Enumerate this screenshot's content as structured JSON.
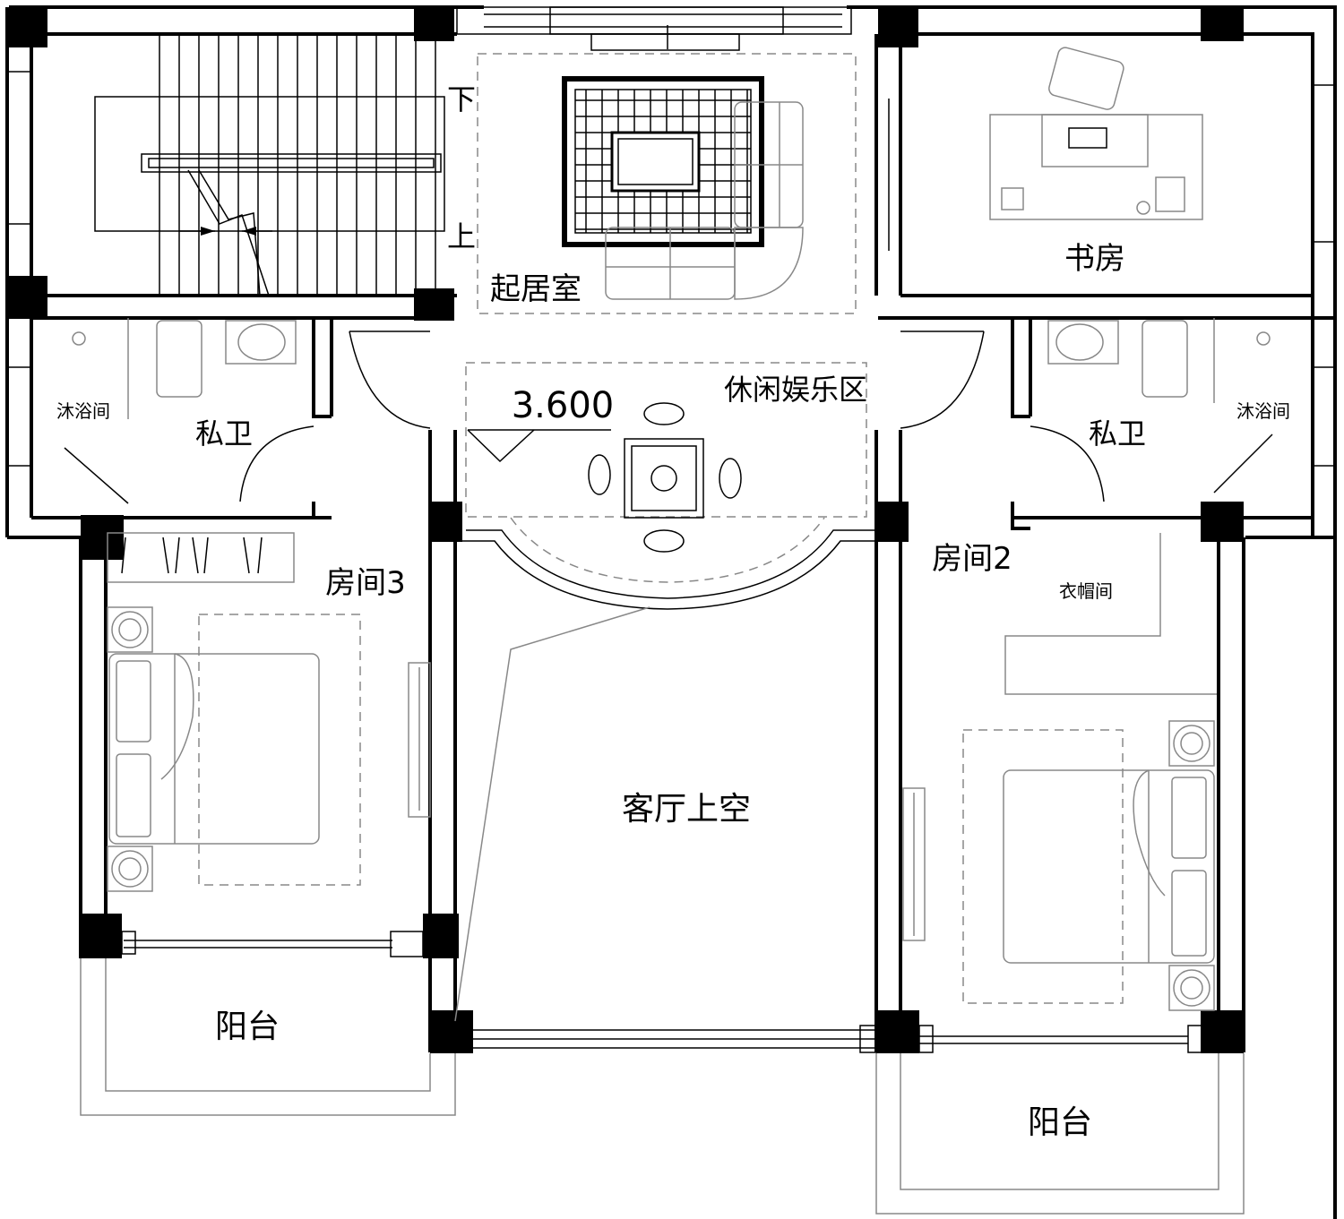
{
  "labels": {
    "down": "下",
    "up": "上",
    "living_room": "起居室",
    "study": "书房",
    "leisure_area": "休闲娱乐区",
    "elevation": "3.600",
    "bath_left": "私卫",
    "bath_right": "私卫",
    "shower_left": "沐浴间",
    "shower_right": "沐浴间",
    "room3": "房间3",
    "room2": "房间2",
    "closet": "衣帽间",
    "void": "客厅上空",
    "balcony_left": "阳台",
    "balcony_right": "阳台"
  }
}
